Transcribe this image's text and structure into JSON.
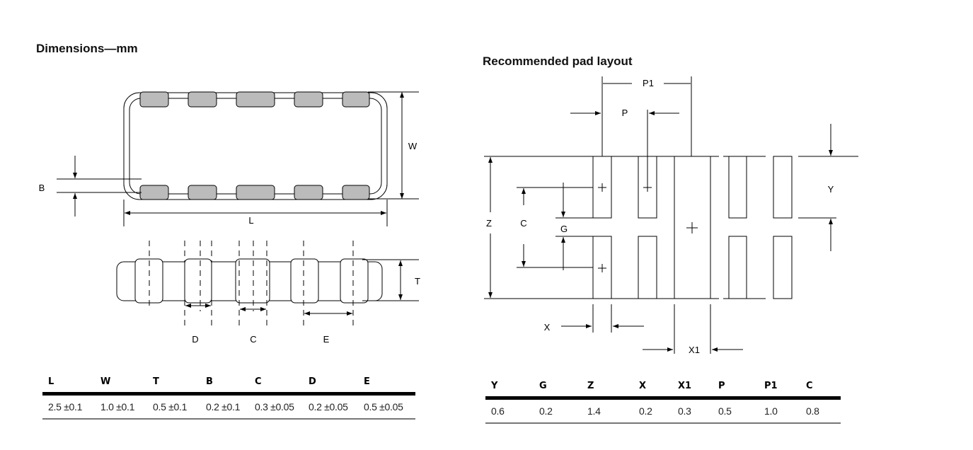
{
  "left": {
    "title": "Dimensions—mm",
    "labels": {
      "W": "W",
      "L": "L",
      "B": "B",
      "T": "T",
      "D": "D",
      "C": "C",
      "E": "E"
    },
    "table": {
      "headers": [
        "L",
        "W",
        "T",
        "B",
        "C",
        "D",
        "E"
      ],
      "values": [
        "2.5 ±0.1",
        "1.0 ±0.1",
        "0.5 ±0.1",
        "0.2 ±0.1",
        "0.3 ±0.05",
        "0.2 ±0.05",
        "0.5 ±0.05"
      ]
    }
  },
  "right": {
    "title": "Recommended pad layout",
    "labels": {
      "P1": "P1",
      "P": "P",
      "Y": "Y",
      "Z": "Z",
      "C": "C",
      "G": "G",
      "X": "X",
      "X1": "X1"
    },
    "table": {
      "headers": [
        "Y",
        "G",
        "Z",
        "X",
        "X1",
        "P",
        "P1",
        "C"
      ],
      "values": [
        "0.6",
        "0.2",
        "1.4",
        "0.2",
        "0.3",
        "0.5",
        "1.0",
        "0.8"
      ]
    }
  }
}
